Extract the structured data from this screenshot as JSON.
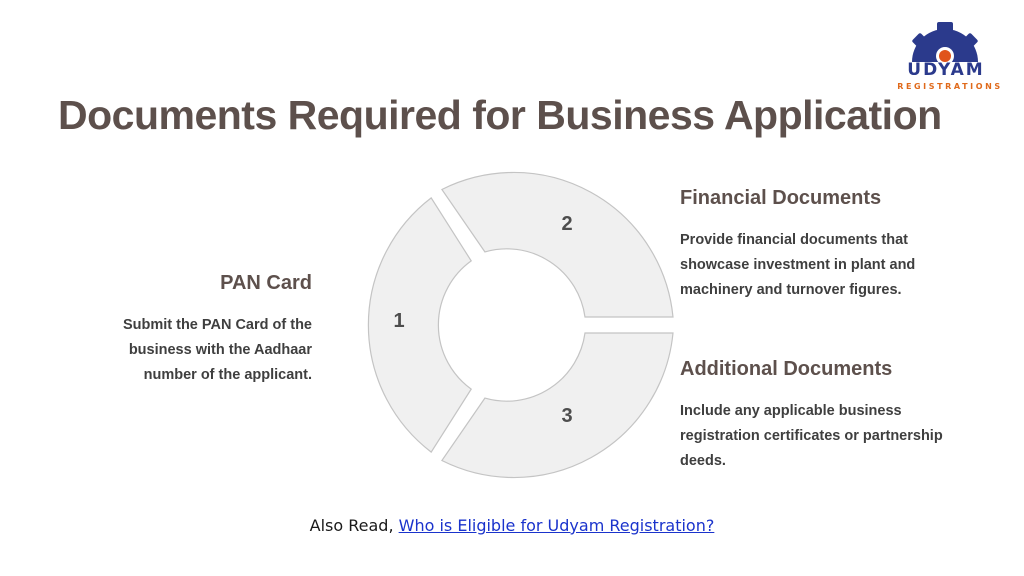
{
  "title": "Documents Required for Business Application",
  "logo": {
    "word": "UDYAM",
    "sub": "REGISTRATIONS",
    "colors": {
      "gear": "#2b3a8c",
      "dot": "#e0531b"
    }
  },
  "segments": [
    {
      "number": "1",
      "heading": "PAN Card",
      "description": "Submit the PAN Card of the business with the Aadhaar number of the applicant."
    },
    {
      "number": "2",
      "heading": "Financial Documents",
      "description": "Provide financial documents that showcase investment in plant and machinery and turnover figures."
    },
    {
      "number": "3",
      "heading": "Additional Documents",
      "description": "Include any applicable business registration certificates or partnership deeds."
    }
  ],
  "footer": {
    "prefix": "Also Read, ",
    "link_text": "Who is Eligible for Udyam Registration?"
  }
}
